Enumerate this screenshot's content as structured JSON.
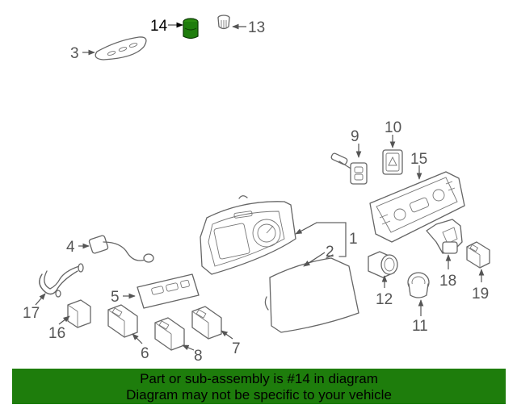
{
  "diagram": {
    "highlight_color": "#1e7d0c",
    "callouts": [
      "14",
      "13",
      "3",
      "9",
      "10",
      "15",
      "1",
      "2",
      "4",
      "5",
      "17",
      "16",
      "6",
      "8",
      "7",
      "12",
      "11",
      "18",
      "19"
    ]
  },
  "footer": {
    "background_color": "#1e7d0c",
    "line1": "Part or sub-assembly is #14 in diagram",
    "line2": "Diagram may not be specific to your vehicle"
  }
}
